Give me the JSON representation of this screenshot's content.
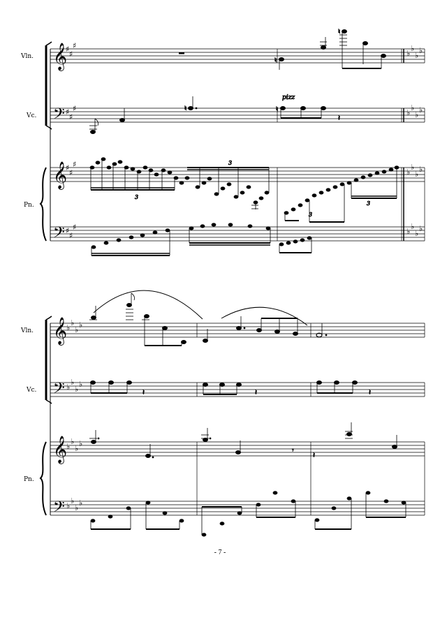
{
  "score": {
    "instruments": {
      "violin": "Vln.",
      "cello": "Vc.",
      "piano": "Pn."
    },
    "expressions": {
      "pizz": "pizz"
    },
    "tuplets": [
      "3",
      "3",
      "3",
      "3"
    ],
    "page_number": "- 7 -"
  }
}
